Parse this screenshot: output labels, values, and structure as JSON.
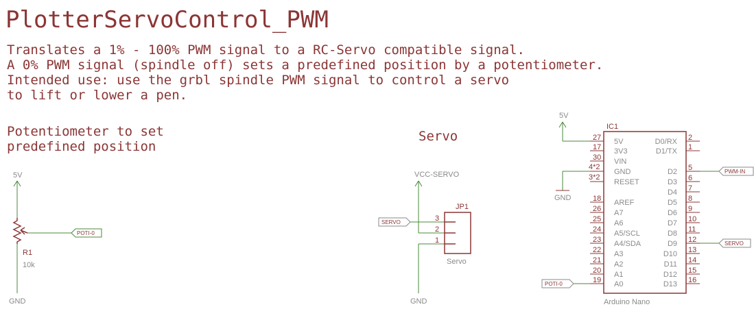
{
  "title": "PlotterServoControl_PWM",
  "description": [
    "Translates a 1% - 100% PWM signal to a RC-Servo compatible signal.",
    "A 0% PWM signal (spindle off) sets a predefined position by a potentiometer.",
    "Intended use: use the grbl spindle PWM signal to control a servo",
    "to lift or lower a pen."
  ],
  "pot_section": {
    "heading": [
      "Potentiometer to set",
      "predefined position"
    ],
    "supply": "5V",
    "ground": "GND",
    "name": "R1",
    "value": "10k",
    "net_label": "POTI-0"
  },
  "servo_section": {
    "heading": "Servo",
    "supply": "VCC-SERVO",
    "ground": "GND",
    "connector_name": "JP1",
    "connector_value": "Servo",
    "net_label": "SERVO",
    "pins": [
      "3",
      "2",
      "1"
    ]
  },
  "ic_section": {
    "name": "IC1",
    "value": "Arduino Nano",
    "supply": "5V",
    "ground": "GND",
    "left_pins": [
      {
        "num": "27",
        "label": "5V"
      },
      {
        "num": "17",
        "label": "3V3"
      },
      {
        "num": "30",
        "label": "VIN"
      },
      {
        "num": "4*2",
        "label": "GND"
      },
      {
        "num": "3*2",
        "label": "RESET"
      },
      {
        "num": "18",
        "label": "AREF"
      },
      {
        "num": "26",
        "label": "A7"
      },
      {
        "num": "25",
        "label": "A6"
      },
      {
        "num": "24",
        "label": "A5/SCL"
      },
      {
        "num": "23",
        "label": "A4/SDA"
      },
      {
        "num": "22",
        "label": "A3"
      },
      {
        "num": "21",
        "label": "A2"
      },
      {
        "num": "20",
        "label": "A1"
      },
      {
        "num": "19",
        "label": "A0"
      }
    ],
    "right_pins": [
      {
        "num": "2",
        "label": "D0/RX"
      },
      {
        "num": "1",
        "label": "D1/TX"
      },
      {
        "num": "5",
        "label": "D2"
      },
      {
        "num": "6",
        "label": "D3"
      },
      {
        "num": "7",
        "label": "D4"
      },
      {
        "num": "8",
        "label": "D5"
      },
      {
        "num": "9",
        "label": "D6"
      },
      {
        "num": "10",
        "label": "D7"
      },
      {
        "num": "11",
        "label": "D8"
      },
      {
        "num": "12",
        "label": "D9"
      },
      {
        "num": "13",
        "label": "D10"
      },
      {
        "num": "14",
        "label": "D11"
      },
      {
        "num": "15",
        "label": "D12"
      },
      {
        "num": "16",
        "label": "D13"
      }
    ],
    "net_pwm": "PWM-IN",
    "net_servo": "SERVO",
    "net_poti": "POTI-0"
  }
}
